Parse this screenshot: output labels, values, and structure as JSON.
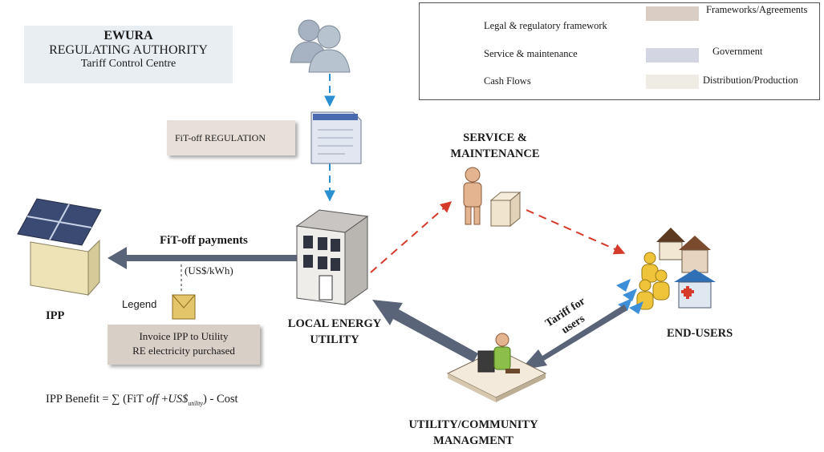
{
  "ewura": {
    "name": "EWURA",
    "authority": "REGULATING AUTHORITY",
    "centre": "Tariff Control Centre"
  },
  "regulation_label": "FiT-off REGULATION",
  "legend": {
    "lines": [
      {
        "label": "Legal & regulatory framework",
        "color": "#2a8fd1",
        "style": "dash-blue"
      },
      {
        "label": "Service & maintenance",
        "color": "#d63a2a",
        "style": "dash-red"
      },
      {
        "label": "Cash Flows",
        "color": "#5a6478",
        "style": "thick-arrow"
      }
    ],
    "boxes": [
      {
        "label": "Frameworks/Agreements",
        "color": "#d9cdc4"
      },
      {
        "label": "Government",
        "color": "#d3d5e2"
      },
      {
        "label": "Distribution/Production",
        "color": "#efebe5"
      }
    ]
  },
  "flows": {
    "fit_payments": "FiT-off payments",
    "fit_units": "(US$/kWh)",
    "tariff_line1": "Tariff for",
    "tariff_line2": "users"
  },
  "nodes": {
    "service": "SERVICE &",
    "maintenance": "MAINTENANCE",
    "local_energy": "LOCAL ENERGY",
    "utility": "UTILITY",
    "ipp": "IPP",
    "end_users": "END-USERS",
    "community1": "UTILITY/COMMUNITY",
    "community2": "MANAGMENT"
  },
  "legend_note": "Legend",
  "invoice": {
    "line1": "Invoice IPP to Utility",
    "line2": "RE electricity purchased"
  },
  "formula": {
    "lhs": "IPP Benefit  = ∑ (FiT",
    "off": "off",
    "plus": "+",
    "usd": "US$",
    "sub": "utility",
    "rest": ") - Cost"
  },
  "colors": {
    "legal": "#2a8fd1",
    "service": "#d63a2a",
    "cash": "#5a6478"
  }
}
